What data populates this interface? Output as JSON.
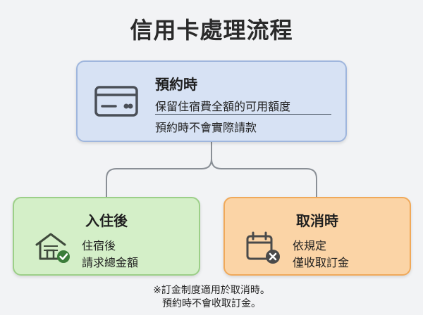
{
  "title": "信用卡處理流程",
  "top_card": {
    "heading": "預約時",
    "line1": "保留住宿費全額的可用額度",
    "line2": "預約時不會實際請款",
    "icon": "credit-card-icon"
  },
  "left_card": {
    "heading": "入住後",
    "line1": "住宿後",
    "line2": "請求總金額",
    "icon": "house-check-icon"
  },
  "right_card": {
    "heading": "取消時",
    "line1": "依規定",
    "line2": "僅收取訂金",
    "icon": "calendar-cancel-icon"
  },
  "footnote": {
    "line1": "※訂金制度適用於取消時。",
    "line2": "預約時不會收取訂金。"
  },
  "colors": {
    "top_fill": "#d7e2f4",
    "left_fill": "#d4efc8",
    "right_fill": "#fbd4a6",
    "check_badge": "#3b7d3a",
    "cancel_badge": "#4a4a4a"
  }
}
